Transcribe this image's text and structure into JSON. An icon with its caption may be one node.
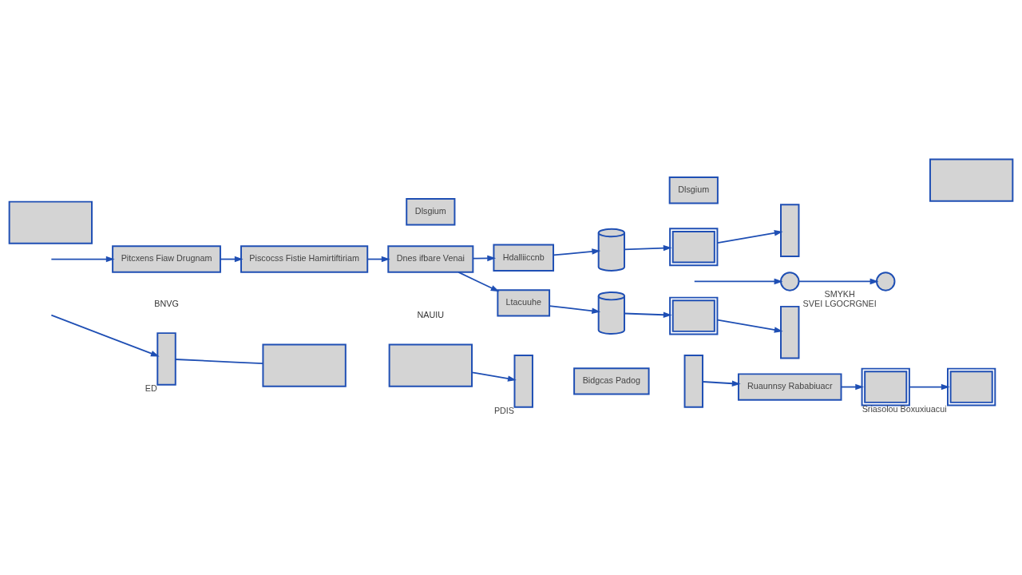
{
  "diagram": {
    "nodes": [
      {
        "text": [],
        "shape": "box"
      },
      {
        "text": [
          "Dlsgium"
        ]
      },
      {
        "text": [
          "Dlsgium"
        ]
      },
      {
        "text": [],
        "shape": "box"
      },
      {
        "text": [
          "Pitcxens Fiaw Drugnam"
        ]
      },
      {
        "text": [
          "Piscocss Fistie Hamirtiftiriam"
        ]
      },
      {
        "text": [
          "Dnes ifbare Venai"
        ]
      },
      {
        "text": [
          "Hdalliiccnb"
        ]
      },
      {
        "text": [
          "Ltacuuhe"
        ]
      },
      {
        "text": [],
        "shape": "cylinder"
      },
      {
        "text": [],
        "shape": "cylinder"
      },
      {
        "text": [],
        "shape": "picture"
      },
      {
        "text": [],
        "shape": "picture"
      },
      {
        "text": [],
        "shape": "bar"
      },
      {
        "text": [],
        "shape": "bar"
      },
      {
        "text": [],
        "shape": "circle"
      },
      {
        "text": [],
        "shape": "circle",
        "beside": [
          "SMYKH",
          "SVEI LGOCRGNEI"
        ]
      },
      {
        "text": [],
        "shape": "bar",
        "beside": [
          "ED"
        ]
      },
      {
        "text": [],
        "shape": "box"
      },
      {
        "text": [],
        "shape": "box"
      },
      {
        "text": [],
        "shape": "bar",
        "beside": [
          "PDIS"
        ]
      },
      {
        "text": [
          "Bidgcas Padog"
        ]
      },
      {
        "text": [],
        "shape": "bar"
      },
      {
        "text": [
          "Ruaunnsy Rababiuacr"
        ]
      },
      {
        "text": [],
        "shape": "picture"
      },
      {
        "text": [],
        "shape": "picture",
        "beside": [
          "Sriasolou Boxuxiuacui"
        ]
      }
    ],
    "edges": [
      {
        "from": null,
        "to": 4,
        "arrow": "to"
      },
      {
        "from": 4,
        "to": 5,
        "arrow": "to"
      },
      {
        "from": 5,
        "to": 6,
        "arrow": "to"
      },
      {
        "from": 6,
        "to": 7,
        "arrow": "to"
      },
      {
        "from": 6,
        "to": 8,
        "arrow": "to"
      },
      {
        "from": 7,
        "to": 9,
        "arrow": "to"
      },
      {
        "from": 9,
        "to": 11,
        "arrow": "to"
      },
      {
        "from": 11,
        "to": 13,
        "arrow": "to"
      },
      {
        "from": 8,
        "to": 10,
        "arrow": "to"
      },
      {
        "from": 10,
        "to": 12,
        "arrow": "to"
      },
      {
        "from": 12,
        "to": 14,
        "arrow": "to"
      },
      {
        "from": null,
        "to": 15,
        "arrow": "to"
      },
      {
        "from": 15,
        "to": 16,
        "arrow": "to"
      },
      {
        "from": null,
        "to": 17,
        "arrow": "to"
      },
      {
        "from": 17,
        "to": 18,
        "arrow": "none"
      },
      {
        "from": 19,
        "to": 20,
        "arrow": "to"
      },
      {
        "from": 22,
        "to": 23,
        "arrow": "to"
      },
      {
        "from": 23,
        "to": 24,
        "arrow": "to"
      },
      {
        "from": 24,
        "to": 25,
        "arrow": "to"
      }
    ],
    "labels": [
      "BNVG",
      "NAUIU"
    ]
  }
}
